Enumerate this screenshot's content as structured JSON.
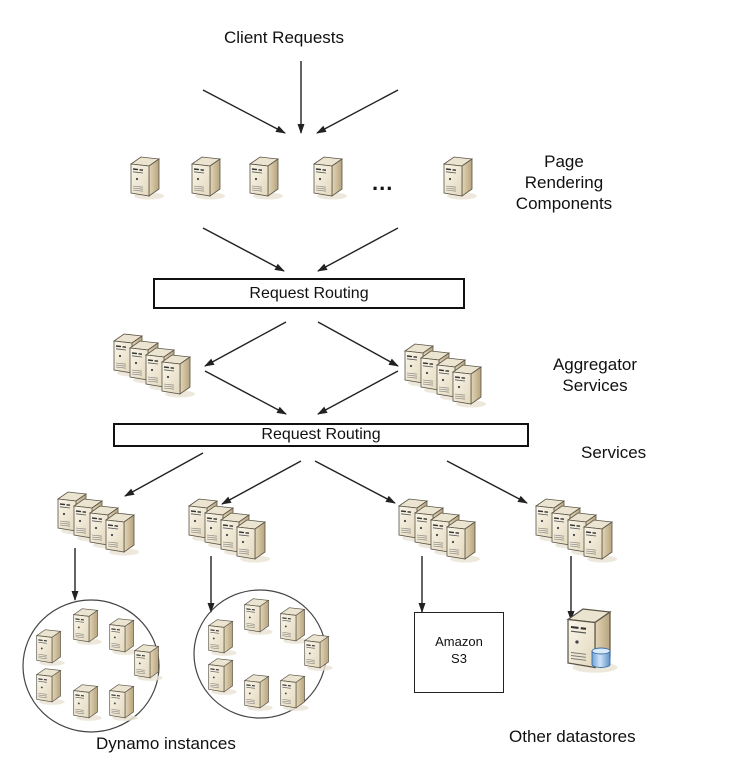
{
  "title": "Client Requests",
  "layers": {
    "page_rendering": {
      "label_lines": [
        "Page",
        "Rendering",
        "Components"
      ],
      "ellipsis": "..."
    },
    "routing_top": {
      "label": "Request Routing"
    },
    "aggregator": {
      "label_lines": [
        "Aggregator",
        "Services"
      ]
    },
    "routing_bottom": {
      "label": "Request Routing"
    },
    "services": {
      "label": "Services"
    }
  },
  "datastores": {
    "dynamo": {
      "label": "Dynamo instances"
    },
    "s3": {
      "label_lines": [
        "Amazon",
        "S3"
      ]
    },
    "other": {
      "label": "Other datastores"
    }
  },
  "icons": {
    "server": "server-icon",
    "server_cluster": "server-cluster-icon",
    "database_server": "database-server-icon"
  },
  "colors": {
    "server_face": "#f0e9d6",
    "server_side": "#c9b998",
    "server_top": "#e9e2cf",
    "outline": "#5a5345",
    "db_blue": "#8fbbe6",
    "line": "#222222"
  }
}
